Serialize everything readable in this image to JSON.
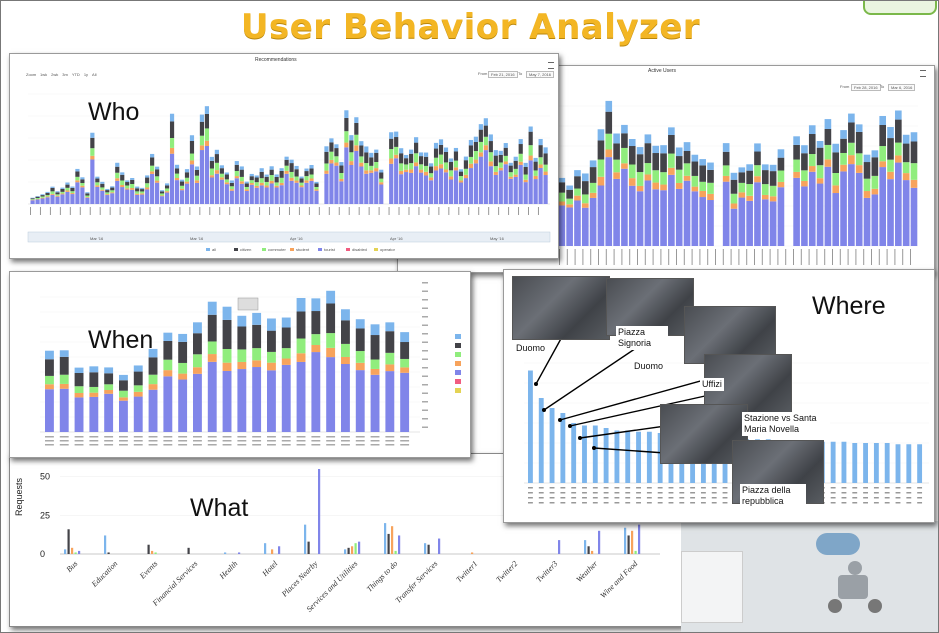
{
  "app_title": "User Behavior Analyzer",
  "labels": {
    "who": "Who",
    "when": "When",
    "where": "Where",
    "what": "What"
  },
  "who_panel": {
    "chart_title": "Recommendations",
    "zoom_label": "Zoom",
    "zoom_opts": [
      "1wk",
      "2wk",
      "3m",
      "YTD",
      "1y",
      "All"
    ],
    "from_label": "From",
    "from_val": "Feb 21, 2016",
    "to_label": "To",
    "to_val": "May 7, 2016",
    "nav_dates": [
      "Mar '16",
      "Mar '16",
      "Apr '16",
      "Apr '16",
      "May '16"
    ],
    "legend": [
      "all",
      "citizen",
      "commuter",
      "student",
      "tourist",
      "disabled",
      "operator"
    ]
  },
  "active_panel": {
    "chart_title": "Active Users",
    "from_label": "From",
    "from_val": "Feb 28, 2016",
    "to_label": "To",
    "to_val": "Mar 6, 2016"
  },
  "where_panel": {
    "places": [
      "Duomo",
      "Piazza Signoria",
      "Duomo",
      "Uffizi",
      "Stazione vs Santa Maria Novella",
      "Piazza della repubblica"
    ]
  },
  "what_panel": {
    "chart_data": {
      "type": "bar",
      "ylabel": "Requests",
      "yticks": [
        "0",
        "25",
        "50"
      ],
      "ylim": [
        0,
        55
      ],
      "categories": [
        "Bus",
        "Education",
        "Events",
        "Financial Services",
        "Health",
        "Hotel",
        "Places Nearby",
        "Services and Utilities",
        "Things to do",
        "Transfer Services",
        "Twitter1",
        "Twitter2",
        "Twitter3",
        "Weather",
        "Wine and Food"
      ],
      "series": [
        {
          "values": [
            3,
            12,
            0,
            0,
            1,
            7,
            19,
            3,
            20,
            7,
            0,
            0,
            0,
            9,
            17
          ]
        },
        {
          "values": [
            16,
            1,
            6,
            4,
            0,
            0,
            8,
            4,
            13,
            6,
            0,
            0,
            0,
            5,
            12
          ]
        },
        {
          "values": [
            4,
            0,
            2,
            0,
            0,
            3,
            0,
            5,
            18,
            0,
            1,
            0,
            0,
            2,
            15
          ]
        },
        {
          "values": [
            1,
            0,
            1,
            0,
            0,
            0,
            0,
            7,
            2,
            0,
            0,
            0,
            0,
            0,
            2
          ]
        },
        {
          "values": [
            2,
            0,
            0,
            0,
            1,
            5,
            55,
            8,
            12,
            10,
            0,
            0,
            9,
            15,
            19
          ]
        }
      ]
    }
  },
  "colors": {
    "blue": "#7cb5ec",
    "dark": "#434348",
    "green": "#90ed7d",
    "orange": "#f7a35c",
    "purple": "#8085e9",
    "red": "#f15c80",
    "yellow": "#e4d354",
    "title": "#f3b624"
  }
}
